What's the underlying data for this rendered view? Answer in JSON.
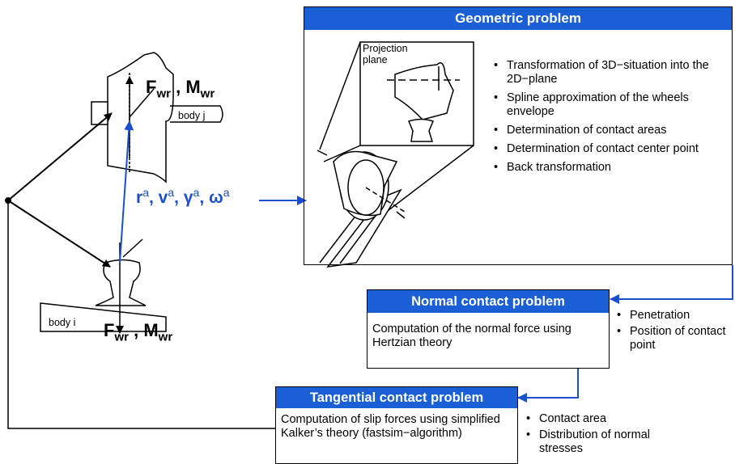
{
  "geometric": {
    "title": "Geometric problem",
    "projection_label_line1": "Projection",
    "projection_label_line2": "plane",
    "bullets": [
      "Transformation of 3D−situation into the 2D−plane",
      "Spline approximation of the wheels envelope",
      "Determination of contact areas",
      "Determination of contact center point",
      "Back transformation"
    ]
  },
  "normal": {
    "title": "Normal contact problem",
    "text": "Computation of the normal force using Hertzian theory",
    "bullets": [
      "Penetration",
      "Position of contact point"
    ]
  },
  "tangential": {
    "title": "Tangential contact problem",
    "text": "Computation of slip forces using simplified Kalker’s theory (fastsim−algorithm)",
    "bullets": [
      "Contact area",
      "Distribution of normal stresses"
    ]
  },
  "labels": {
    "body_j": "body j",
    "body_i": "body i",
    "F": "F",
    "M": "M",
    "wr": "wr",
    "comma": ",",
    "r": "r",
    "v": "v",
    "gamma": "γ",
    "omega": "ω",
    "a": "a"
  },
  "colors": {
    "accent": "#1a5fd6",
    "arrow_blue": "#1a4fd0",
    "line": "#000000"
  }
}
